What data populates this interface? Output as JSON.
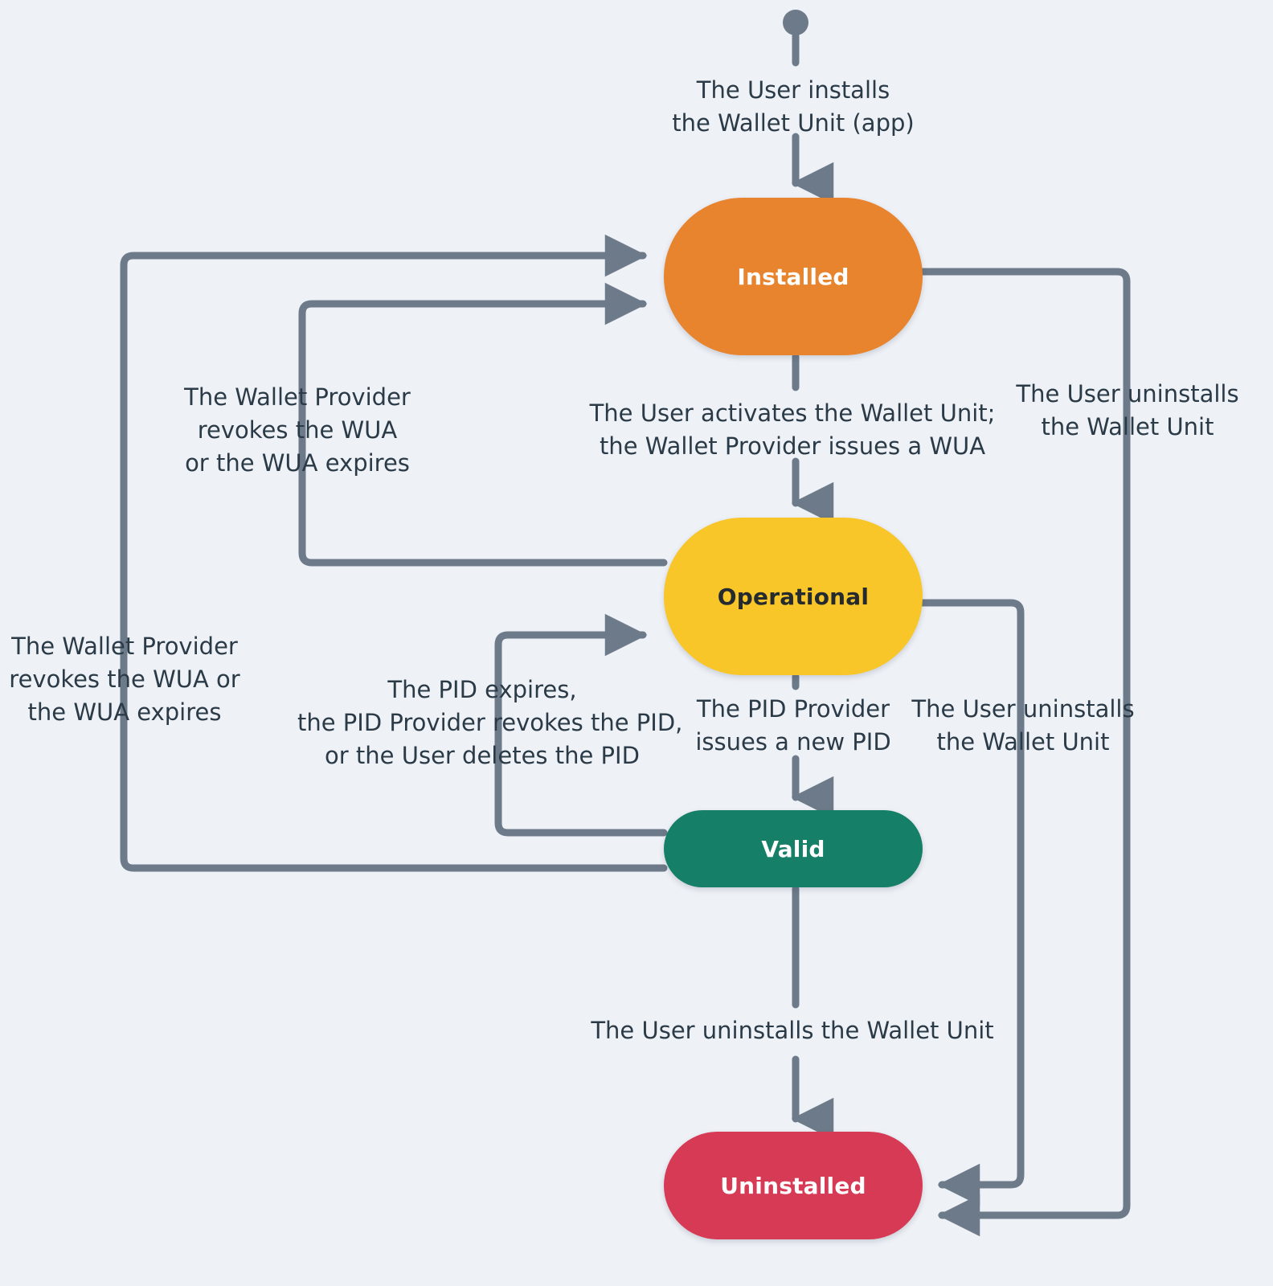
{
  "canvas": {
    "background": "#eef1f6",
    "edge_color": "#6c7a89",
    "label_color": "#2b3a47"
  },
  "start": {
    "marker_name": "start-dot"
  },
  "states": [
    {
      "id": "installed",
      "label": "Installed",
      "fill": "#e8832e",
      "text_color": "#ffffff"
    },
    {
      "id": "operational",
      "label": "Operational",
      "fill": "#f8c629",
      "text_color": "#242a2e"
    },
    {
      "id": "valid",
      "label": "Valid",
      "fill": "#157f67",
      "text_color": "#ffffff"
    },
    {
      "id": "uninstalled",
      "label": "Uninstalled",
      "fill": "#d63a54",
      "text_color": "#ffffff"
    }
  ],
  "transitions": {
    "start_to_installed": "The User installs\nthe Wallet Unit (app)",
    "installed_to_operational": "The User activates the Wallet Unit;\nthe Wallet Provider issues a WUA",
    "installed_to_uninstalled": "The User uninstalls\nthe Wallet Unit",
    "operational_to_installed": "The Wallet Provider\nrevokes the WUA\nor the WUA expires",
    "valid_to_installed": "The Wallet Provider\nrevokes the WUA or\nthe WUA expires",
    "valid_to_operational": "The PID expires,\nthe PID Provider revokes the PID,\nor the User deletes the PID",
    "operational_to_valid": "The PID Provider\nissues a new PID",
    "operational_to_uninstalled": "The User uninstalls\nthe Wallet Unit",
    "valid_to_uninstalled": "The User uninstalls the Wallet Unit"
  }
}
